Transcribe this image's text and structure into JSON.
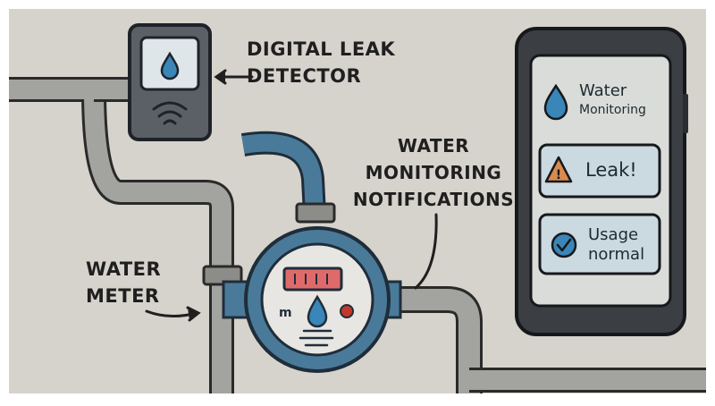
{
  "labels": {
    "detector": [
      "DIGITAL LEAK",
      "DETECTOR"
    ],
    "notifications": [
      "WATER",
      "MONITORING",
      "NOTIFICATIONS"
    ],
    "meter": [
      "WATER",
      "METER"
    ]
  },
  "phone": {
    "app_title": "Water",
    "app_subtitle": "Monitoring",
    "leak_alert": "Leak!",
    "usage_status": [
      "Usage",
      "normal"
    ]
  },
  "colors": {
    "background": "#d6d3cc",
    "pipe": "#9a9a96",
    "meter_body": "#4a7a99",
    "detector_body": "#5a6066",
    "phone_body": "#3b3f44",
    "phone_screen": "#d9dcd8",
    "water_drop": "#3a86b8",
    "leak_warning": "#d98a4e",
    "usage_ok": "#3a86b8",
    "meter_display": "#e06a6a"
  }
}
